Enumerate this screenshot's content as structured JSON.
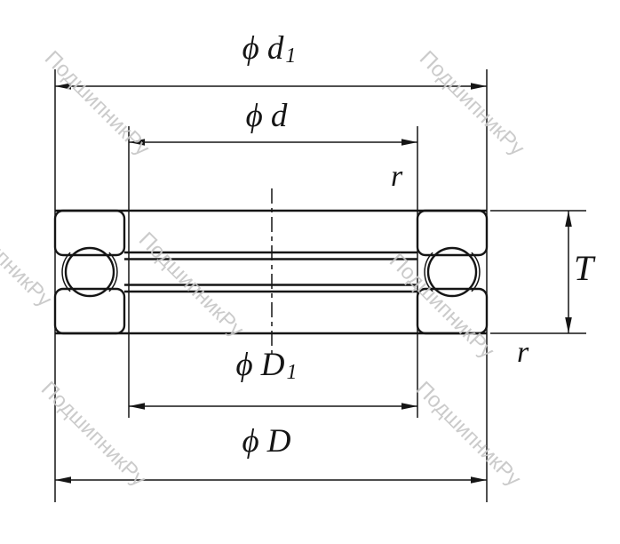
{
  "diagram": {
    "title": "thrust-ball-bearing-cross-section",
    "labels": {
      "dim_d1": {
        "phi": "ϕ",
        "name": "d",
        "sub": "1"
      },
      "dim_d": {
        "phi": "ϕ",
        "name": "d"
      },
      "dim_D1": {
        "phi": "ϕ",
        "name": "D",
        "sub": "1"
      },
      "dim_D": {
        "phi": "ϕ",
        "name": "D"
      },
      "dim_T": {
        "name": "T"
      },
      "fillet_top": {
        "name": "r"
      },
      "fillet_bottom": {
        "name": "r"
      }
    },
    "watermark": {
      "text": "ПодшипникРу",
      "color": "#c7c7c7"
    },
    "colors": {
      "washer_fill": "#c8e6f4",
      "line": "#151515",
      "background": "#ffffff"
    }
  }
}
